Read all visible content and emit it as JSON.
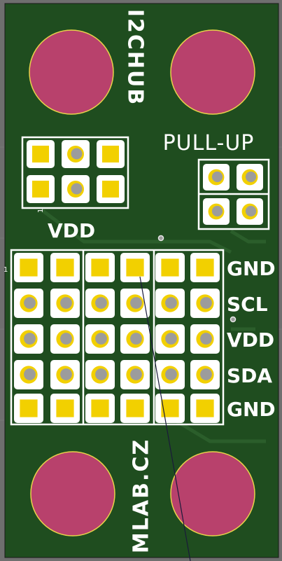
{
  "board": {
    "title": "I2CHUB",
    "pullup_label": "PULL-UP",
    "vdd_jumper_label": "VDD",
    "pin1_marker": "1",
    "pin1_marker_side": "1",
    "brand": "MLAB.CZ"
  },
  "rows": [
    {
      "label": "GND",
      "pad": "square"
    },
    {
      "label": "SCL",
      "pad": "round"
    },
    {
      "label": "VDD",
      "pad": "round"
    },
    {
      "label": "SDA",
      "pad": "round"
    },
    {
      "label": "GND",
      "pad": "square"
    }
  ],
  "colors": {
    "pcb": "#1f4d1f",
    "silkscreen": "#ffffff",
    "copper_pad": "#f2d000",
    "mount_hole": "#b8416c",
    "drill": "#9c9c9c",
    "background": "#6f6f6f"
  },
  "icons": {
    "mount_hole": "mounting-hole-icon",
    "square_pad": "square-pad-icon",
    "round_pad": "round-pad-icon"
  }
}
